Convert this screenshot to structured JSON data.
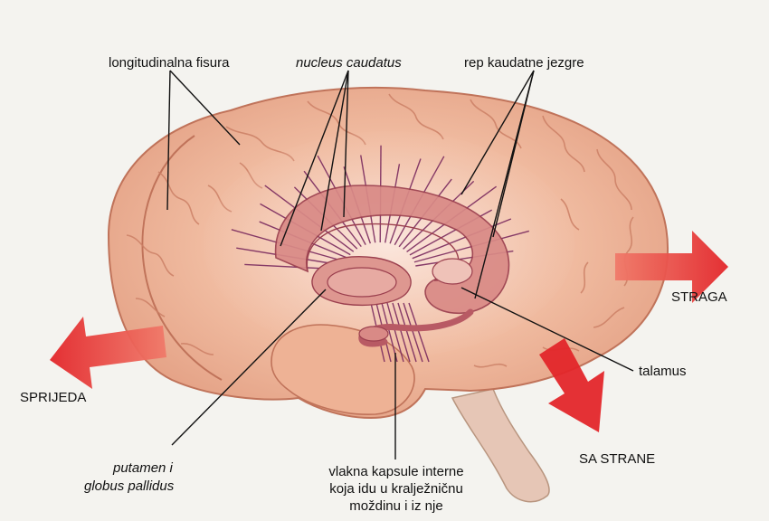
{
  "labels": {
    "longitudinal_fissure": "longitudinalna fisura",
    "nucleus_caudatus": "nucleus caudatus",
    "caudate_tail": "rep kaudatne jezgre",
    "back_direction": "STRAGA",
    "thalamus": "talamus",
    "front_direction": "SPRIJEDA",
    "side_direction": "SA STRANE",
    "putamen_line1": "putamen i",
    "putamen_line2": "globus pallidus",
    "fibers_line1": "vlakna kapsule interne",
    "fibers_line2": "koja idu u kralježničnu",
    "fibers_line3": "moždinu i iz nje"
  },
  "colors": {
    "background": "#f4f3ef",
    "brain": "#eeb598",
    "brain_outline": "#c0735a",
    "basal_ganglia": "#d98a86",
    "fibers": "#7a2a5e",
    "arrow": "#e3262a",
    "pointer_lines": "#111111"
  }
}
